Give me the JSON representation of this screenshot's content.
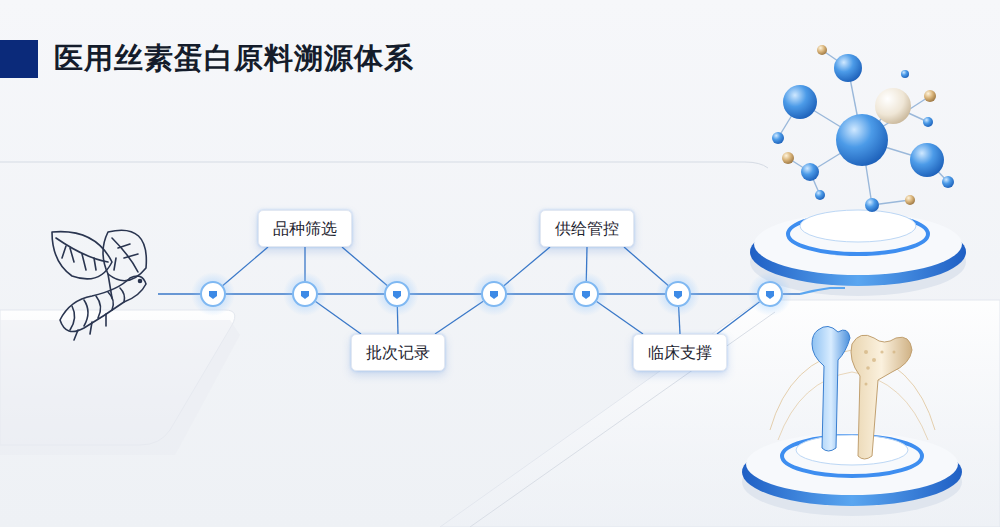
{
  "diagram": {
    "title": "医用丝素蛋白原料溯源体系",
    "nodes": [
      {
        "text": [
          "品种筛选"
        ]
      },
      {
        "text": [
          "批次记录"
        ]
      },
      {
        "text": [
          "供给管控"
        ]
      },
      {
        "text": [
          "临床支撑"
        ]
      }
    ]
  }
}
